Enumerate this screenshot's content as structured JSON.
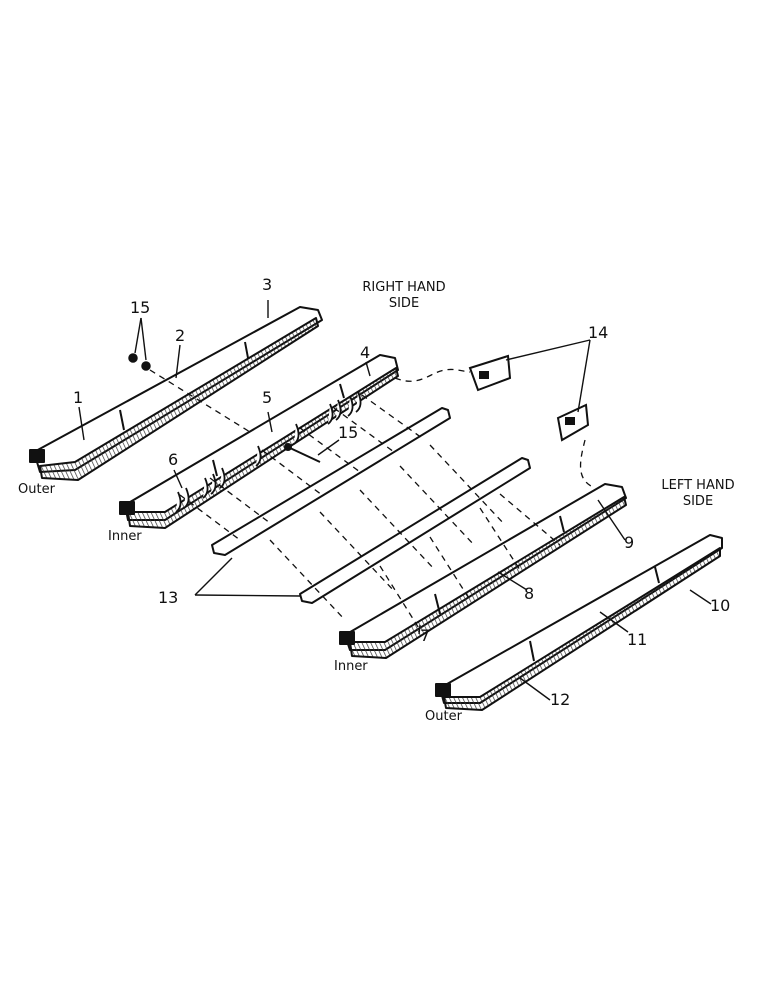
{
  "diagram": {
    "side_labels": {
      "right_line1": "RIGHT HAND",
      "right_line2": "SIDE",
      "left_line1": "LEFT HAND",
      "left_line2": "SIDE"
    },
    "position_words": {
      "outer_right": "Outer",
      "inner_right": "Inner",
      "inner_left": "Inner",
      "outer_left": "Outer"
    },
    "callouts": {
      "c1": "1",
      "c2": "2",
      "c3": "3",
      "c4": "4",
      "c5": "5",
      "c6": "6",
      "c7": "7",
      "c8": "8",
      "c9": "9",
      "c10": "10",
      "c11": "11",
      "c12": "12",
      "c13": "13",
      "c14": "14",
      "c15a": "15",
      "c15b": "15"
    }
  }
}
